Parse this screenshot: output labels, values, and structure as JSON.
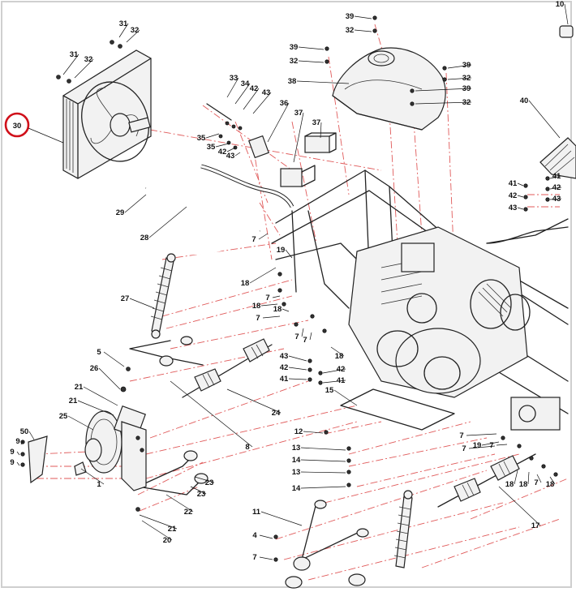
{
  "highlight": {
    "label": "30",
    "color": "#d0101a"
  },
  "leader_color": "#e05a5a",
  "callouts": [
    {
      "id": "c31a",
      "label": "31"
    },
    {
      "id": "c32a",
      "label": "32"
    },
    {
      "id": "c31b",
      "label": "31"
    },
    {
      "id": "c32b",
      "label": "32"
    },
    {
      "id": "c39a",
      "label": "39"
    },
    {
      "id": "c32c",
      "label": "32"
    },
    {
      "id": "c10",
      "label": "10"
    },
    {
      "id": "c39b",
      "label": "39"
    },
    {
      "id": "c32d",
      "label": "32"
    },
    {
      "id": "c38",
      "label": "38"
    },
    {
      "id": "c39c",
      "label": "39"
    },
    {
      "id": "c32e",
      "label": "32"
    },
    {
      "id": "c39d",
      "label": "39"
    },
    {
      "id": "c32f",
      "label": "32"
    },
    {
      "id": "c33",
      "label": "33"
    },
    {
      "id": "c34",
      "label": "34"
    },
    {
      "id": "c42a",
      "label": "42"
    },
    {
      "id": "c43a",
      "label": "43"
    },
    {
      "id": "c36",
      "label": "36"
    },
    {
      "id": "c37a",
      "label": "37"
    },
    {
      "id": "c37b",
      "label": "37"
    },
    {
      "id": "c35a",
      "label": "35"
    },
    {
      "id": "c35b",
      "label": "35"
    },
    {
      "id": "c42b",
      "label": "42"
    },
    {
      "id": "c43b",
      "label": "43"
    },
    {
      "id": "c40",
      "label": "40"
    },
    {
      "id": "c41a",
      "label": "41"
    },
    {
      "id": "c42c",
      "label": "42"
    },
    {
      "id": "c43c",
      "label": "43"
    },
    {
      "id": "c41b",
      "label": "41"
    },
    {
      "id": "c42d",
      "label": "42"
    },
    {
      "id": "c43d",
      "label": "43"
    },
    {
      "id": "c29",
      "label": "29"
    },
    {
      "id": "c28",
      "label": "28"
    },
    {
      "id": "c7a",
      "label": "7"
    },
    {
      "id": "c19a",
      "label": "19"
    },
    {
      "id": "c18a",
      "label": "18"
    },
    {
      "id": "c27",
      "label": "27"
    },
    {
      "id": "c18b",
      "label": "18"
    },
    {
      "id": "c7b",
      "label": "7"
    },
    {
      "id": "c18c",
      "label": "18"
    },
    {
      "id": "c7c",
      "label": "7"
    },
    {
      "id": "c7d",
      "label": "7"
    },
    {
      "id": "c7e",
      "label": "7"
    },
    {
      "id": "c18d",
      "label": "18"
    },
    {
      "id": "c5",
      "label": "5"
    },
    {
      "id": "c26",
      "label": "26"
    },
    {
      "id": "c43e",
      "label": "43"
    },
    {
      "id": "c42e",
      "label": "42"
    },
    {
      "id": "c41c",
      "label": "41"
    },
    {
      "id": "c42f",
      "label": "42"
    },
    {
      "id": "c41d",
      "label": "41"
    },
    {
      "id": "c15",
      "label": "15"
    },
    {
      "id": "c21a",
      "label": "21"
    },
    {
      "id": "c21b",
      "label": "21"
    },
    {
      "id": "c24",
      "label": "24"
    },
    {
      "id": "c25",
      "label": "25"
    },
    {
      "id": "c8",
      "label": "8"
    },
    {
      "id": "c50",
      "label": "50"
    },
    {
      "id": "c9a",
      "label": "9"
    },
    {
      "id": "c9b",
      "label": "9"
    },
    {
      "id": "c9c",
      "label": "9"
    },
    {
      "id": "c1",
      "label": "1"
    },
    {
      "id": "c12",
      "label": "12"
    },
    {
      "id": "c13a",
      "label": "13"
    },
    {
      "id": "c14a",
      "label": "14"
    },
    {
      "id": "c13b",
      "label": "13"
    },
    {
      "id": "c14b",
      "label": "14"
    },
    {
      "id": "c7f",
      "label": "7"
    },
    {
      "id": "c19b",
      "label": "19"
    },
    {
      "id": "c7g",
      "label": "7"
    },
    {
      "id": "c7h",
      "label": "7"
    },
    {
      "id": "c18e",
      "label": "18"
    },
    {
      "id": "c18f",
      "label": "18"
    },
    {
      "id": "c7i",
      "label": "7"
    },
    {
      "id": "c18g",
      "label": "18"
    },
    {
      "id": "c23a",
      "label": "23"
    },
    {
      "id": "c23b",
      "label": "23"
    },
    {
      "id": "c22",
      "label": "22"
    },
    {
      "id": "c21c",
      "label": "21"
    },
    {
      "id": "c20",
      "label": "20"
    },
    {
      "id": "c11",
      "label": "11"
    },
    {
      "id": "c4",
      "label": "4"
    },
    {
      "id": "c7j",
      "label": "7"
    },
    {
      "id": "c17",
      "label": "17"
    }
  ]
}
